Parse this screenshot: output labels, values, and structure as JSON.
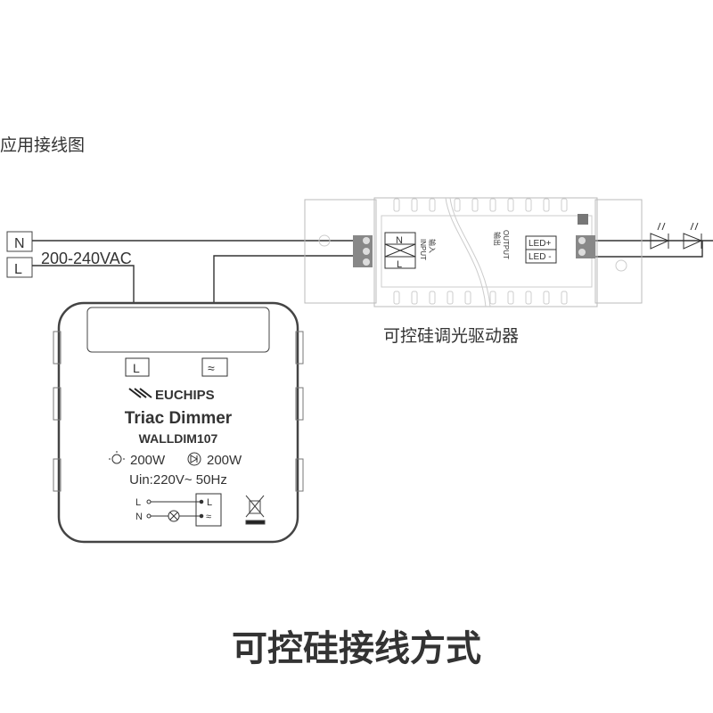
{
  "section_title": "应用接线图",
  "mains": {
    "n_label": "N",
    "l_label": "L",
    "voltage": "200-240VAC"
  },
  "dimmer": {
    "terminal_l": "L",
    "terminal_dim": "≈",
    "brand": "EUCHIPS",
    "product": "Triac Dimmer",
    "model": "WALLDIM107",
    "load_incandescent": "200W",
    "load_led": "200W",
    "input": "Uin:220V~  50Hz",
    "schematic": {
      "l": "L",
      "n": "N",
      "out_l": "L",
      "out_dim": "≈"
    }
  },
  "driver": {
    "input_n": "N",
    "input_l": "L",
    "input_label_cn": "输入",
    "input_label": "INPUT",
    "output_label_cn": "输出",
    "output_label": "OUTPUT",
    "led_plus": "LED+",
    "led_minus": "LED -",
    "caption": "可控硅调光驱动器"
  },
  "bottom_title": "可控硅接线方式"
}
